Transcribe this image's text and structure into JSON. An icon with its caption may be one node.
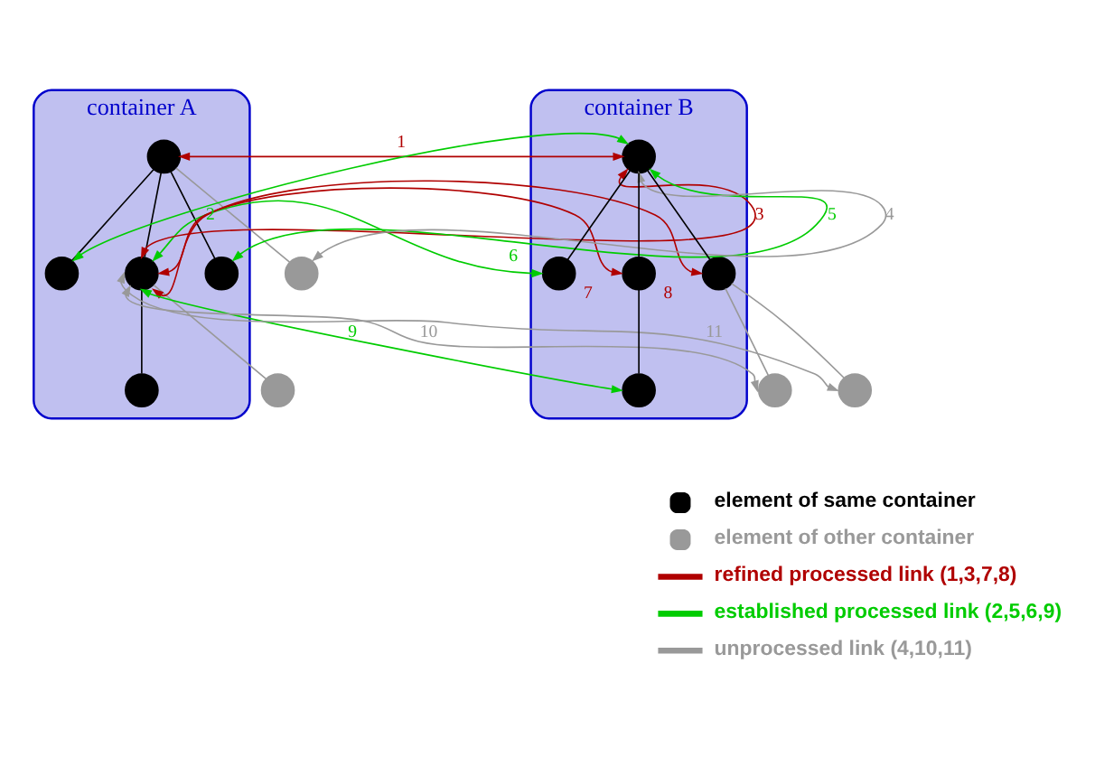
{
  "diagram": {
    "nodes": [
      {
        "text": [
          "container A"
        ]
      },
      {
        "text": [],
        "shape": "circle",
        "in": 0
      },
      {
        "text": [],
        "shape": "circle",
        "in": 0
      },
      {
        "text": [],
        "shape": "circle",
        "in": 0
      },
      {
        "text": [],
        "shape": "circle"
      },
      {
        "text": [],
        "shape": "circle",
        "in": 0
      },
      {
        "text": [],
        "shape": "circle",
        "in": 0
      },
      {
        "text": [],
        "shape": "circle"
      },
      {
        "text": [
          "container B"
        ]
      },
      {
        "text": [],
        "shape": "circle",
        "in": 8
      },
      {
        "text": [],
        "shape": "circle",
        "in": 8
      },
      {
        "text": [],
        "shape": "circle",
        "in": 8
      },
      {
        "text": [],
        "shape": "circle",
        "in": 8
      },
      {
        "text": [],
        "shape": "circle",
        "in": 8
      },
      {
        "text": [],
        "shape": "circle"
      },
      {
        "text": [],
        "shape": "circle"
      }
    ],
    "edges": [
      {
        "from": 1,
        "to": 2,
        "arrow": "none"
      },
      {
        "from": 1,
        "to": 3,
        "arrow": "none"
      },
      {
        "from": 1,
        "to": 4,
        "arrow": "none",
        "color": "#999999"
      },
      {
        "from": 1,
        "to": 5,
        "arrow": "none"
      },
      {
        "from": 3,
        "to": 6,
        "arrow": "none"
      },
      {
        "from": 3,
        "to": 7,
        "arrow": "none",
        "color": "#999999"
      },
      {
        "from": 9,
        "to": 10,
        "arrow": "none"
      },
      {
        "from": 9,
        "to": 11,
        "arrow": "none"
      },
      {
        "from": 9,
        "to": 12,
        "arrow": "none"
      },
      {
        "from": 11,
        "to": 13,
        "arrow": "none"
      },
      {
        "from": 12,
        "to": 14,
        "arrow": "none",
        "color": "#999999"
      },
      {
        "from": 12,
        "to": 15,
        "arrow": "none",
        "color": "#999999"
      },
      {
        "from": 1,
        "to": 9,
        "arrow": "both",
        "label": "1",
        "color": "#b00000"
      },
      {
        "from": 2,
        "to": 9,
        "arrow": "both",
        "label": "2",
        "color": "#00cc00"
      },
      {
        "from": 3,
        "to": 9,
        "arrow": "both",
        "label": "3",
        "color": "#b00000"
      },
      {
        "from": 4,
        "to": 9,
        "arrow": "both",
        "label": "4",
        "color": "#999999"
      },
      {
        "from": 5,
        "to": 9,
        "arrow": "both",
        "label": "5",
        "color": "#00cc00"
      },
      {
        "from": 3,
        "to": 10,
        "arrow": "both",
        "label": "6",
        "color": "#00cc00"
      },
      {
        "from": 3,
        "to": 11,
        "arrow": "both",
        "label": "7",
        "color": "#b00000"
      },
      {
        "from": 3,
        "to": 12,
        "arrow": "both",
        "label": "8",
        "color": "#b00000"
      },
      {
        "from": 3,
        "to": 13,
        "arrow": "both",
        "label": "9",
        "color": "#00cc00"
      },
      {
        "from": 3,
        "to": 14,
        "arrow": "both",
        "label": "10",
        "color": "#999999"
      },
      {
        "from": 3,
        "to": 15,
        "arrow": "both",
        "label": "11",
        "color": "#999999"
      }
    ],
    "legend": [
      {
        "text": "element of same container"
      },
      {
        "text": "element of other container"
      },
      {
        "text": "refined processed link (1,3,7,8)"
      },
      {
        "text": "established processed link (2,5,6,9)"
      },
      {
        "text": "unprocessed link (4,10,11)"
      }
    ]
  }
}
